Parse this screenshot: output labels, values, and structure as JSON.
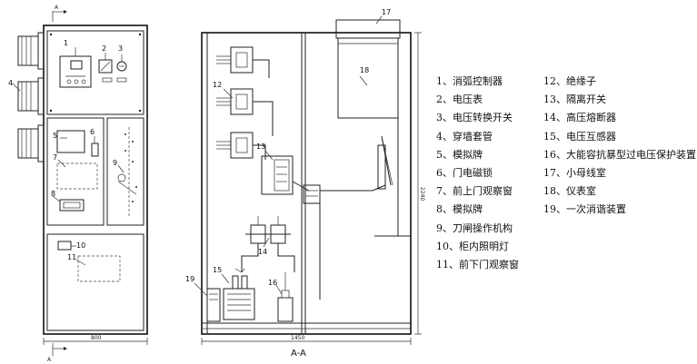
{
  "diagram": {
    "section_label": "A-A",
    "section_marks": [
      "A",
      "A"
    ],
    "front_width_dim": "800",
    "side_width_dim": "1450",
    "height_dim": "2240",
    "front_callouts": [
      "1",
      "2",
      "3",
      "4",
      "5",
      "6",
      "7",
      "8",
      "9",
      "10",
      "11"
    ],
    "side_callouts": [
      "12",
      "13",
      "14",
      "15",
      "16",
      "17",
      "18",
      "19"
    ]
  },
  "legend": {
    "left": [
      "1、消弧控制器",
      "2、电压表",
      "3、电压转换开关",
      "4、穿墙套管",
      "5、模拟牌",
      "6、门电磁锁",
      "7、前上门观察窗",
      "8、模拟牌",
      "9、刀闸操作机构",
      "10、柜内照明灯",
      "11、前下门观察窗"
    ],
    "right": [
      "12、绝缘子",
      "13、隔离开关",
      "14、高压熔断器",
      "15、电压互感器",
      "16、大能容抗暴型过电压保护装置",
      "17、小母线室",
      "18、仪表室",
      "19、一次消谐装置"
    ]
  }
}
